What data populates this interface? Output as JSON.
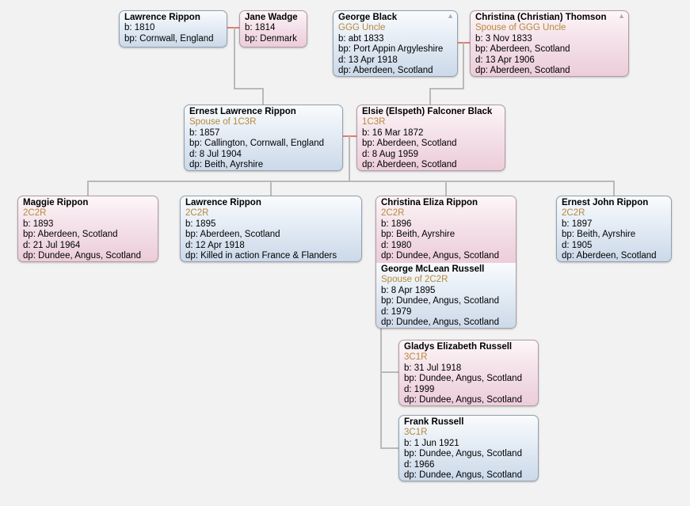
{
  "icons": {
    "collapse_up": "▲"
  },
  "colors": {
    "male_card_top": "#f9fbfd",
    "male_card_bottom": "#cbd9e9",
    "female_card_top": "#fdf6f8",
    "female_card_bottom": "#eccdd9",
    "relationship_text": "#b5883c",
    "marriage_line": "#e08070",
    "tree_line": "#b9b9b9",
    "background": "#f2f2f2"
  },
  "persons": [
    {
      "name": "Lawrence Rippon",
      "details": [
        "b: 1810",
        "bp: Cornwall, England"
      ]
    },
    {
      "name": "Jane Wadge",
      "details": [
        "b: 1814",
        "bp: Denmark"
      ]
    },
    {
      "name": "George Black",
      "relation": "GGG Uncle",
      "details": [
        "b: abt 1833",
        "bp: Port Appin Argyleshire",
        "d: 13 Apr 1918",
        "dp: Aberdeen, Scotland"
      ]
    },
    {
      "name": "Christina (Christian) Thomson",
      "relation": "Spouse of GGG Uncle",
      "details": [
        "b: 3 Nov 1833",
        "bp: Aberdeen, Scotland",
        "d: 13 Apr 1906",
        "dp: Aberdeen, Scotland"
      ]
    },
    {
      "name": "Ernest Lawrence Rippon",
      "relation": "Spouse of 1C3R",
      "details": [
        "b: 1857",
        "bp: Callington, Cornwall, England",
        "d: 8 Jul 1904",
        "dp: Beith, Ayrshire"
      ]
    },
    {
      "name": "Elsie (Elspeth) Falconer Black",
      "relation": "1C3R",
      "details": [
        "b: 16 Mar 1872",
        "bp: Aberdeen, Scotland",
        "d: 8 Aug 1959",
        "dp: Aberdeen, Scotland"
      ]
    },
    {
      "name": "Maggie Rippon",
      "relation": "2C2R",
      "details": [
        "b: 1893",
        "bp: Aberdeen, Scotland",
        "d: 21 Jul 1964",
        "dp: Dundee, Angus, Scotland"
      ]
    },
    {
      "name": "Lawrence Rippon",
      "relation": "2C2R",
      "details": [
        "b: 1895",
        "bp: Aberdeen, Scotland",
        "d: 12 Apr 1918",
        "dp: Killed in action France & Flanders"
      ]
    },
    {
      "name": "Christina Eliza Rippon",
      "relation": "2C2R",
      "details": [
        "b: 1896",
        "bp: Beith, Ayrshire",
        "d: 1980",
        "dp: Dundee, Angus, Scotland"
      ]
    },
    {
      "name": "George McLean Russell",
      "relation": "Spouse of 2C2R",
      "details": [
        "b: 8 Apr 1895",
        "bp: Dundee, Angus, Scotland",
        "d: 1979",
        "dp: Dundee, Angus, Scotland"
      ]
    },
    {
      "name": "Ernest John Rippon",
      "relation": "2C2R",
      "details": [
        "b: 1897",
        "bp: Beith, Ayrshire",
        "d: 1905",
        "dp: Aberdeen, Scotland"
      ]
    },
    {
      "name": "Gladys Elizabeth Russell",
      "relation": "3C1R",
      "details": [
        "b: 31 Jul 1918",
        "bp: Dundee, Angus, Scotland",
        "d: 1999",
        "dp: Dundee, Angus, Scotland"
      ]
    },
    {
      "name": "Frank Russell",
      "relation": "3C1R",
      "details": [
        "b: 1 Jun 1921",
        "bp: Dundee, Angus, Scotland",
        "d: 1966",
        "dp: Dundee, Angus, Scotland"
      ]
    }
  ]
}
